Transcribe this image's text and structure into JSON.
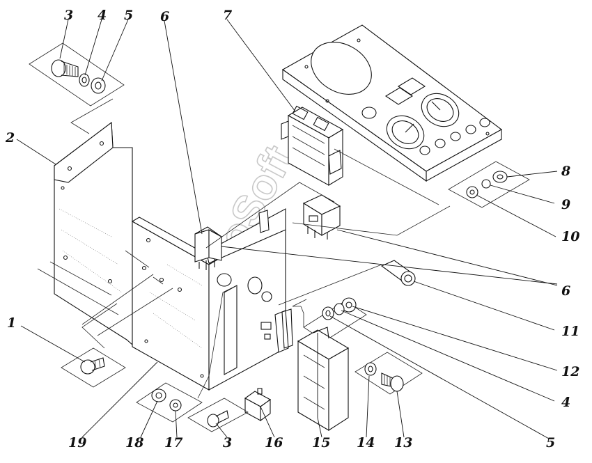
{
  "watermark": "AutoSoft",
  "callouts": [
    {
      "id": "c3a",
      "text": "3"
    },
    {
      "id": "c4a",
      "text": "4"
    },
    {
      "id": "c5a",
      "text": "5"
    },
    {
      "id": "c6a",
      "text": "6"
    },
    {
      "id": "c7",
      "text": "7"
    },
    {
      "id": "c2",
      "text": "2"
    },
    {
      "id": "c8",
      "text": "8"
    },
    {
      "id": "c9",
      "text": "9"
    },
    {
      "id": "c10",
      "text": "10"
    },
    {
      "id": "c6b",
      "text": "6"
    },
    {
      "id": "c1",
      "text": "1"
    },
    {
      "id": "c11",
      "text": "11"
    },
    {
      "id": "c12",
      "text": "12"
    },
    {
      "id": "c4b",
      "text": "4"
    },
    {
      "id": "c5b",
      "text": "5"
    },
    {
      "id": "c19",
      "text": "19"
    },
    {
      "id": "c18",
      "text": "18"
    },
    {
      "id": "c17",
      "text": "17"
    },
    {
      "id": "c3b",
      "text": "3"
    },
    {
      "id": "c16",
      "text": "16"
    },
    {
      "id": "c15",
      "text": "15"
    },
    {
      "id": "c14",
      "text": "14"
    },
    {
      "id": "c13",
      "text": "13"
    }
  ]
}
